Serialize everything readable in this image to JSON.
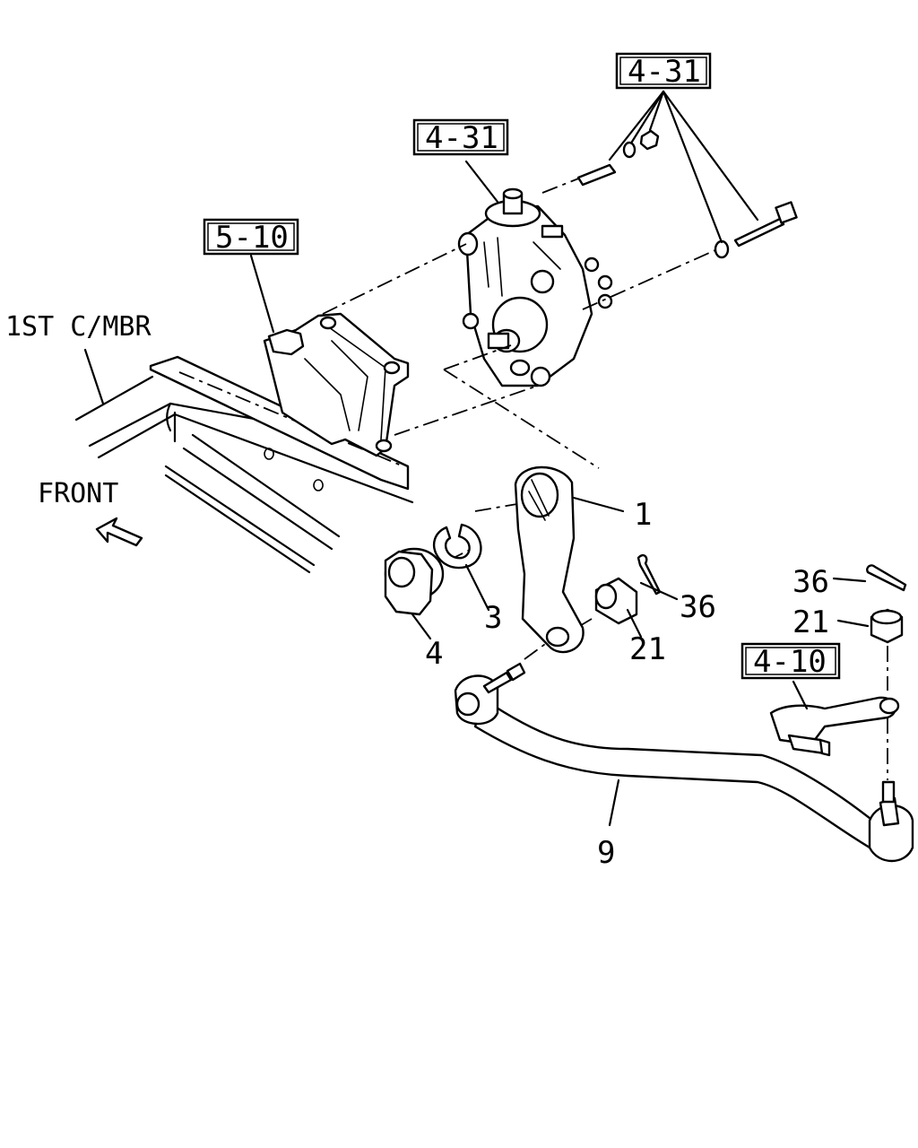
{
  "ref_boxes": {
    "top_right": "4-31",
    "gear_box": "4-31",
    "bracket": "5-10",
    "knuckle_arm": "4-10"
  },
  "labels": {
    "frame_member": "1ST C/MBR",
    "front": "FRONT",
    "part_1": "1",
    "part_3": "3",
    "part_4": "4",
    "part_9": "9",
    "part_21_a": "21",
    "part_36_a": "36",
    "part_36_b": "36",
    "part_21_b": "21"
  }
}
